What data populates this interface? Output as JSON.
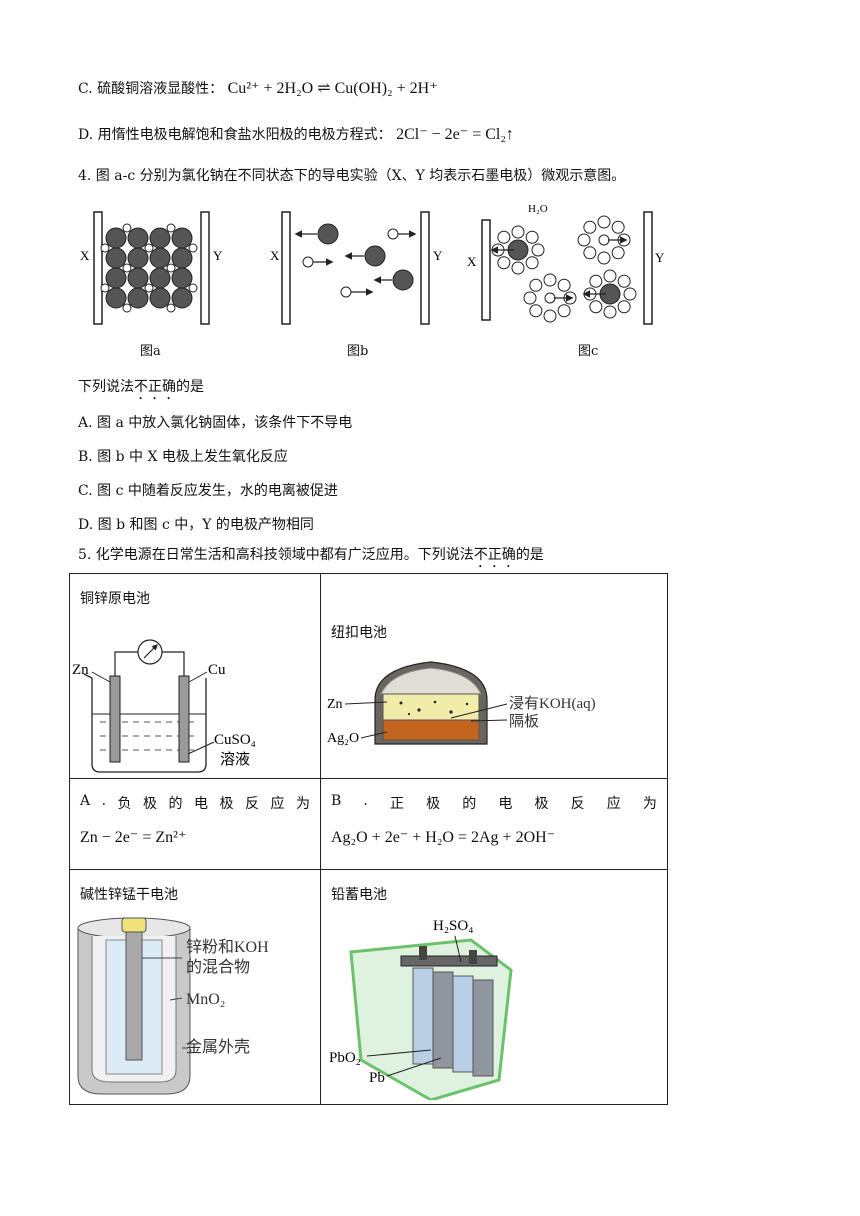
{
  "q3": {
    "optC_text": "C. 硫酸铜溶液显酸性：",
    "optC_eq": "Cu²⁺ + 2H₂O ⇌ Cu(OH)₂ + 2H⁺",
    "optD_text": "D. 用惰性电极电解饱和食盐水阳极的电极方程式：",
    "optD_eq": "2Cl⁻ − 2e⁻ = Cl₂↑"
  },
  "q4": {
    "stem": "4. 图 a-c 分别为氯化钠在不同状态下的导电实验（X、Y 均表示石墨电极）微观示意图。",
    "electrode_x": "X",
    "electrode_y": "Y",
    "water_label": "H₂O",
    "fig_a": "图a",
    "fig_b": "图b",
    "fig_c": "图c",
    "question_prefix": "下列说法",
    "question_dotted": "不正确",
    "question_suffix": "的是",
    "options": [
      "A. 图 a 中放入氯化钠固体，该条件下不导电",
      "B. 图 b 中 X 电极上发生氧化反应",
      "C. 图 c 中随着反应发生，水的电离被促进",
      "D. 图 b 和图 c 中，Y 的电极产物相同"
    ]
  },
  "q5": {
    "stem_prefix": "5. 化学电源在日常生活和高科技领域中都有广泛应用。下列说法",
    "stem_dotted": "不正确",
    "stem_suffix": "的是",
    "cells": {
      "cu_zn_title": "铜锌原电池",
      "cu_zn_zn": "Zn",
      "cu_zn_cu": "Cu",
      "cu_zn_solution": "CuSO₄",
      "cu_zn_solution2": "溶液",
      "button_title": "纽扣电池",
      "button_zn": "Zn",
      "button_ag2o": "Ag₂O",
      "button_koh": "浸有KOH(aq)",
      "button_sep": "隔板",
      "optA_chars": [
        "A",
        ".",
        "负",
        "极",
        "的",
        "电",
        "极",
        "反",
        "应",
        "为"
      ],
      "optA_eq": "Zn − 2e⁻ = Zn²⁺",
      "optB_chars": [
        "B",
        ".",
        "正",
        "极",
        "的",
        "电",
        "极",
        "反",
        "应",
        "为"
      ],
      "optB_eq": "Ag₂O + 2e⁻ + H₂O = 2Ag + 2OH⁻",
      "alk_title": "碱性锌锰干电池",
      "alk_mix1": "锌粉和KOH",
      "alk_mix2": "的混合物",
      "alk_mno2": "MnO₂",
      "alk_shell": "金属外壳",
      "lead_title": "铅蓄电池",
      "lead_h2so4": "H₂SO₄",
      "lead_pbo2": "PbO₂",
      "lead_pb": "Pb"
    }
  },
  "colors": {
    "ion_dark": "#555555",
    "button_yellow": "#f1ecaa",
    "button_orange": "#c4651f",
    "alk_gray": "#c9c9c9",
    "lead_green": "#6cc26c",
    "lead_blue": "#b9cfe6"
  }
}
